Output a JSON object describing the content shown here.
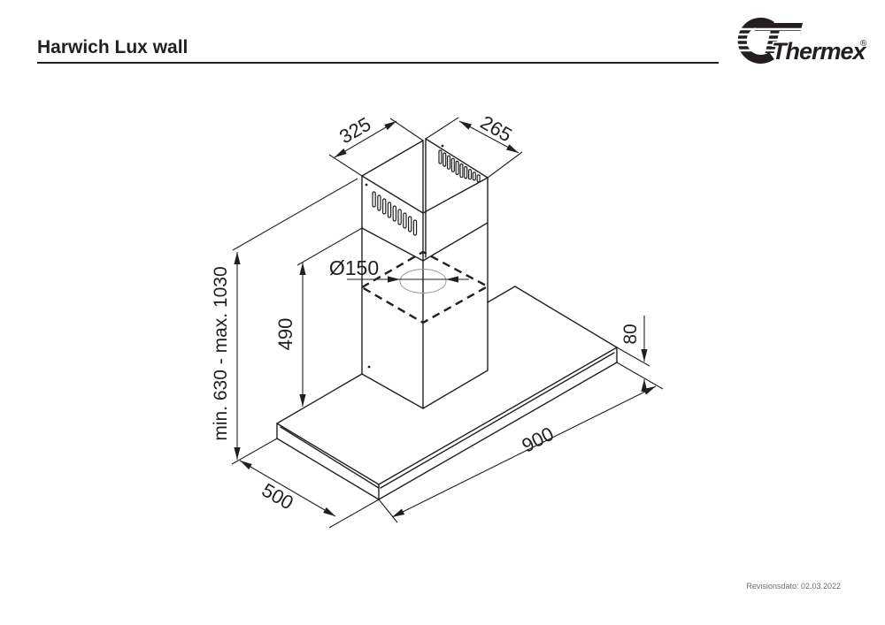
{
  "header": {
    "title": "Harwich Lux wall",
    "logo": {
      "brand": "Thermex",
      "registered": "®"
    }
  },
  "footer": {
    "revision": "Revisionsdato: 02.03.2022"
  },
  "drawing": {
    "product": "wall mounted cooker hood, isometric dimensional drawing",
    "dimensions": {
      "chimney_top_width": "325",
      "chimney_top_depth": "265",
      "duct_diameter": "Ø150",
      "lower_chimney_height": "490",
      "height_range": "min. 630 - max. 1030",
      "body_thickness": "80",
      "body_width": "900",
      "body_depth": "500"
    }
  },
  "colors": {
    "ink": "#231f20",
    "muted_text": "#6d6e71"
  }
}
